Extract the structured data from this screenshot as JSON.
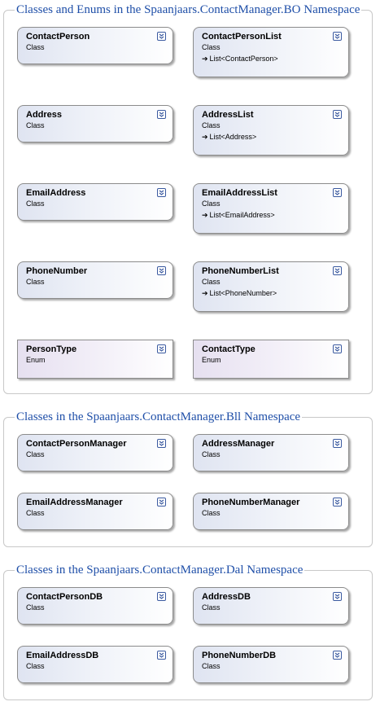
{
  "namespaces": [
    {
      "title": "Classes and Enums in the Spaanjaars.ContactManager.BO Namespace",
      "shapes": [
        {
          "name": "ContactPerson",
          "kind": "Class"
        },
        {
          "name": "ContactPersonList",
          "kind": "Class",
          "base": "List<ContactPerson>"
        },
        {
          "name": "Address",
          "kind": "Class"
        },
        {
          "name": "AddressList",
          "kind": "Class",
          "base": "List<Address>"
        },
        {
          "name": "EmailAddress",
          "kind": "Class"
        },
        {
          "name": "EmailAddressList",
          "kind": "Class",
          "base": "List<EmailAddress>"
        },
        {
          "name": "PhoneNumber",
          "kind": "Class"
        },
        {
          "name": "PhoneNumberList",
          "kind": "Class",
          "base": "List<PhoneNumber>"
        },
        {
          "name": "PersonType",
          "kind": "Enum"
        },
        {
          "name": "ContactType",
          "kind": "Enum"
        }
      ]
    },
    {
      "title": "Classes in the Spaanjaars.ContactManager.Bll Namespace",
      "shapes": [
        {
          "name": "ContactPersonManager",
          "kind": "Class"
        },
        {
          "name": "AddressManager",
          "kind": "Class"
        },
        {
          "name": "EmailAddressManager",
          "kind": "Class"
        },
        {
          "name": "PhoneNumberManager",
          "kind": "Class"
        }
      ]
    },
    {
      "title": "Classes in the Spaanjaars.ContactManager.Dal Namespace",
      "shapes": [
        {
          "name": "ContactPersonDB",
          "kind": "Class"
        },
        {
          "name": "AddressDB",
          "kind": "Class"
        },
        {
          "name": "EmailAddressDB",
          "kind": "Class"
        },
        {
          "name": "PhoneNumberDB",
          "kind": "Class"
        }
      ]
    }
  ],
  "icons": {
    "expand": "double-chevron-down-icon",
    "inherits": "arrow-right-icon"
  },
  "colors": {
    "title": "#1f4fa8",
    "border": "#8c8c8c",
    "class_fill": "#dfe4f1",
    "enum_fill": "#e6e0f0"
  }
}
